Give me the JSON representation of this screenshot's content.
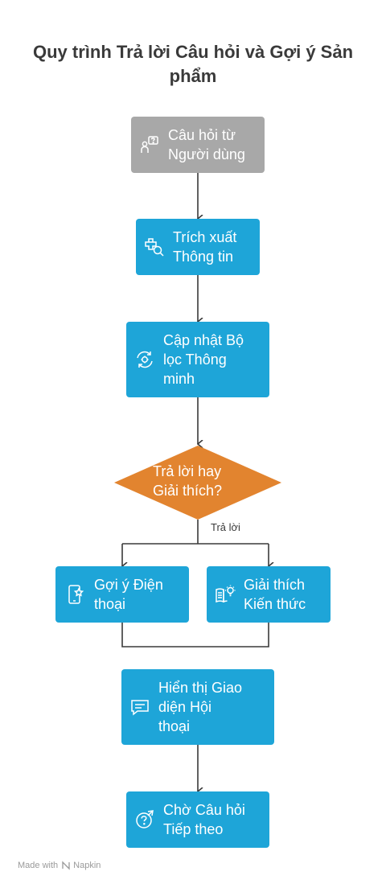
{
  "title": {
    "line1": "Quy trình Trả lời Câu hỏi và Gợi ý Sản",
    "line2": "phẩm"
  },
  "nodes": {
    "question": {
      "line1": "Câu hỏi từ",
      "line2": "Người dùng",
      "icon": "user-question-icon"
    },
    "extract": {
      "line1": "Trích xuất",
      "line2": "Thông tin",
      "icon": "puzzle-search-icon"
    },
    "filter": {
      "line1": "Cập nhật Bộ",
      "line2": "lọc Thông",
      "line3": "minh",
      "icon": "refresh-gear-icon"
    },
    "decision": {
      "line1": "Trả lời hay",
      "line2": "Giải thích?"
    },
    "phone": {
      "line1": "Gợi ý Điện",
      "line2": "thoại",
      "icon": "phone-star-icon"
    },
    "knowledge": {
      "line1": "Giải thích",
      "line2": "Kiến thức",
      "icon": "book-lightbulb-icon"
    },
    "display": {
      "line1": "Hiển thị Giao",
      "line2": "diện Hội",
      "line3": "thoại",
      "icon": "chat-bubble-icon"
    },
    "wait": {
      "line1": "Chờ Câu hỏi",
      "line2": "Tiếp theo",
      "icon": "question-arrow-icon"
    }
  },
  "edge_label": "Trả lời",
  "footer": {
    "made_with": "Made with",
    "brand": "Napkin"
  },
  "colors": {
    "gray": "#a8a8a8",
    "blue": "#1ea5d8",
    "orange": "#e2842f",
    "line": "#3a3a3a"
  }
}
